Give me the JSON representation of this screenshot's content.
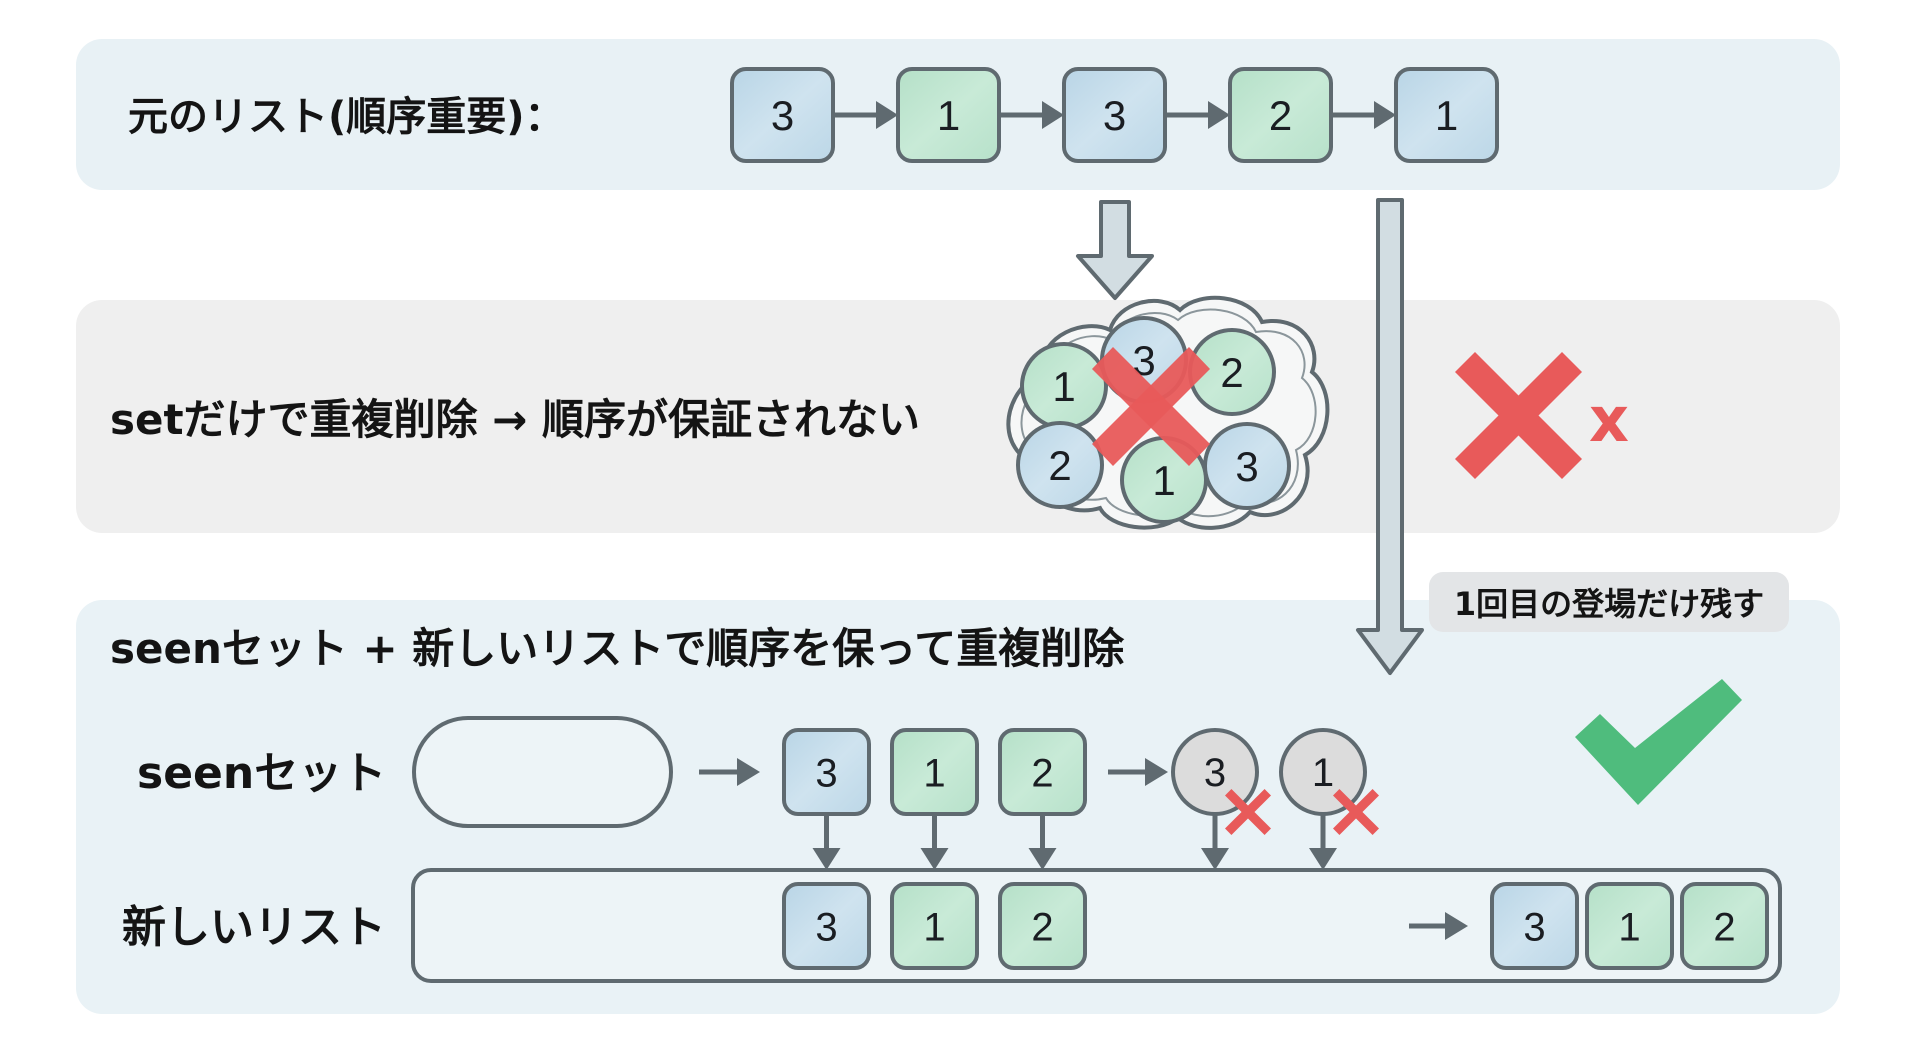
{
  "colors": {
    "panel_top": "#e8f1f5",
    "panel_mid": "#efefef",
    "panel_bottom": "#e8f2f6",
    "box_blue": "#c3dbe9",
    "box_green": "#bfe5d0",
    "circle_gray": "#dcdcdc",
    "stroke": "#5f6a70",
    "red": "#e85a5a",
    "green_check": "#4fbc7d",
    "arrow_fill": "#d2dde2",
    "tag_bg": "#e3e5e7"
  },
  "top": {
    "title": "元のリスト(順序重要)：",
    "items": [
      {
        "value": "3",
        "color": "blue"
      },
      {
        "value": "1",
        "color": "green"
      },
      {
        "value": "3",
        "color": "blue"
      },
      {
        "value": "2",
        "color": "green"
      },
      {
        "value": "1",
        "color": "blue"
      }
    ]
  },
  "middle": {
    "title": "setだけで重複削除 → 順序が保証されない",
    "set_items": [
      {
        "value": "1",
        "color": "green"
      },
      {
        "value": "3",
        "color": "blue"
      },
      {
        "value": "2",
        "color": "green"
      },
      {
        "value": "2",
        "color": "blue"
      },
      {
        "value": "1",
        "color": "green"
      },
      {
        "value": "3",
        "color": "blue"
      }
    ],
    "verdict_small": "x"
  },
  "bottom": {
    "title": "seenセット + 新しいリストで順序を保って重複削除",
    "tag": "1回目の登場だけ残す",
    "seen_label": "seenセット",
    "new_list_label": "新しいリスト",
    "seen_items": [
      {
        "value": "3",
        "color": "blue"
      },
      {
        "value": "1",
        "color": "green"
      },
      {
        "value": "2",
        "color": "green"
      }
    ],
    "duplicates": [
      {
        "value": "3",
        "status": "rejected"
      },
      {
        "value": "1",
        "status": "rejected"
      }
    ],
    "new_list_items": [
      {
        "value": "3",
        "color": "blue"
      },
      {
        "value": "1",
        "color": "green"
      },
      {
        "value": "2",
        "color": "green"
      }
    ],
    "result_items": [
      {
        "value": "3",
        "color": "blue"
      },
      {
        "value": "1",
        "color": "green"
      },
      {
        "value": "2",
        "color": "green"
      }
    ]
  }
}
